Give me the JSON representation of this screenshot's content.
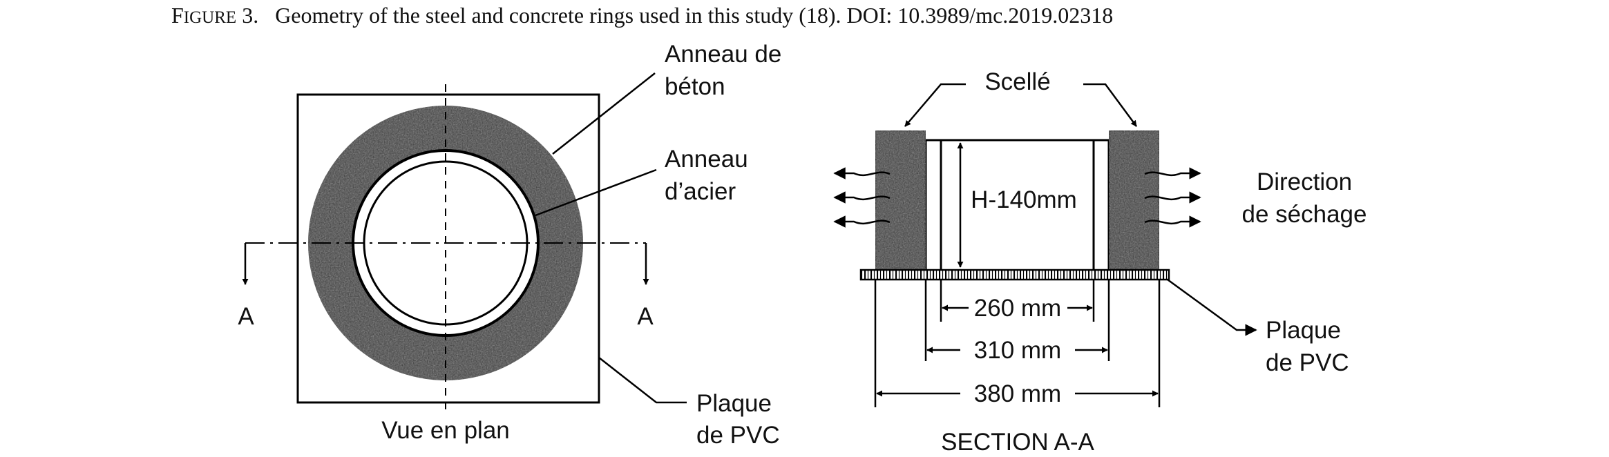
{
  "caption": {
    "figure_word": "FIGURE",
    "figure_number": "3.",
    "text": "Geometry of the steel and concrete rings used in this study (18). DOI: 10.3989/mc.2019.02318"
  },
  "plan_view": {
    "title": "Vue en plan",
    "section_mark_left": "A",
    "section_mark_right": "A",
    "concrete_ring_line1": "Anneau de",
    "concrete_ring_line2": "béton",
    "steel_ring_line1": "Anneau",
    "steel_ring_line2": "d’acier",
    "plate_line1": "Plaque",
    "plate_line2": "de PVC"
  },
  "section_view": {
    "title": "SECTION A-A",
    "sealed": "Scellé",
    "height": "H-140mm",
    "drying_line1": "Direction",
    "drying_line2": "de séchage",
    "plate_line1": "Plaque",
    "plate_line2": "de PVC",
    "dim_inner": "260 mm",
    "dim_middle": "310 mm",
    "dim_outer": "380 mm"
  },
  "colors": {
    "concrete": "#3d3d3d",
    "line": "#000000"
  }
}
